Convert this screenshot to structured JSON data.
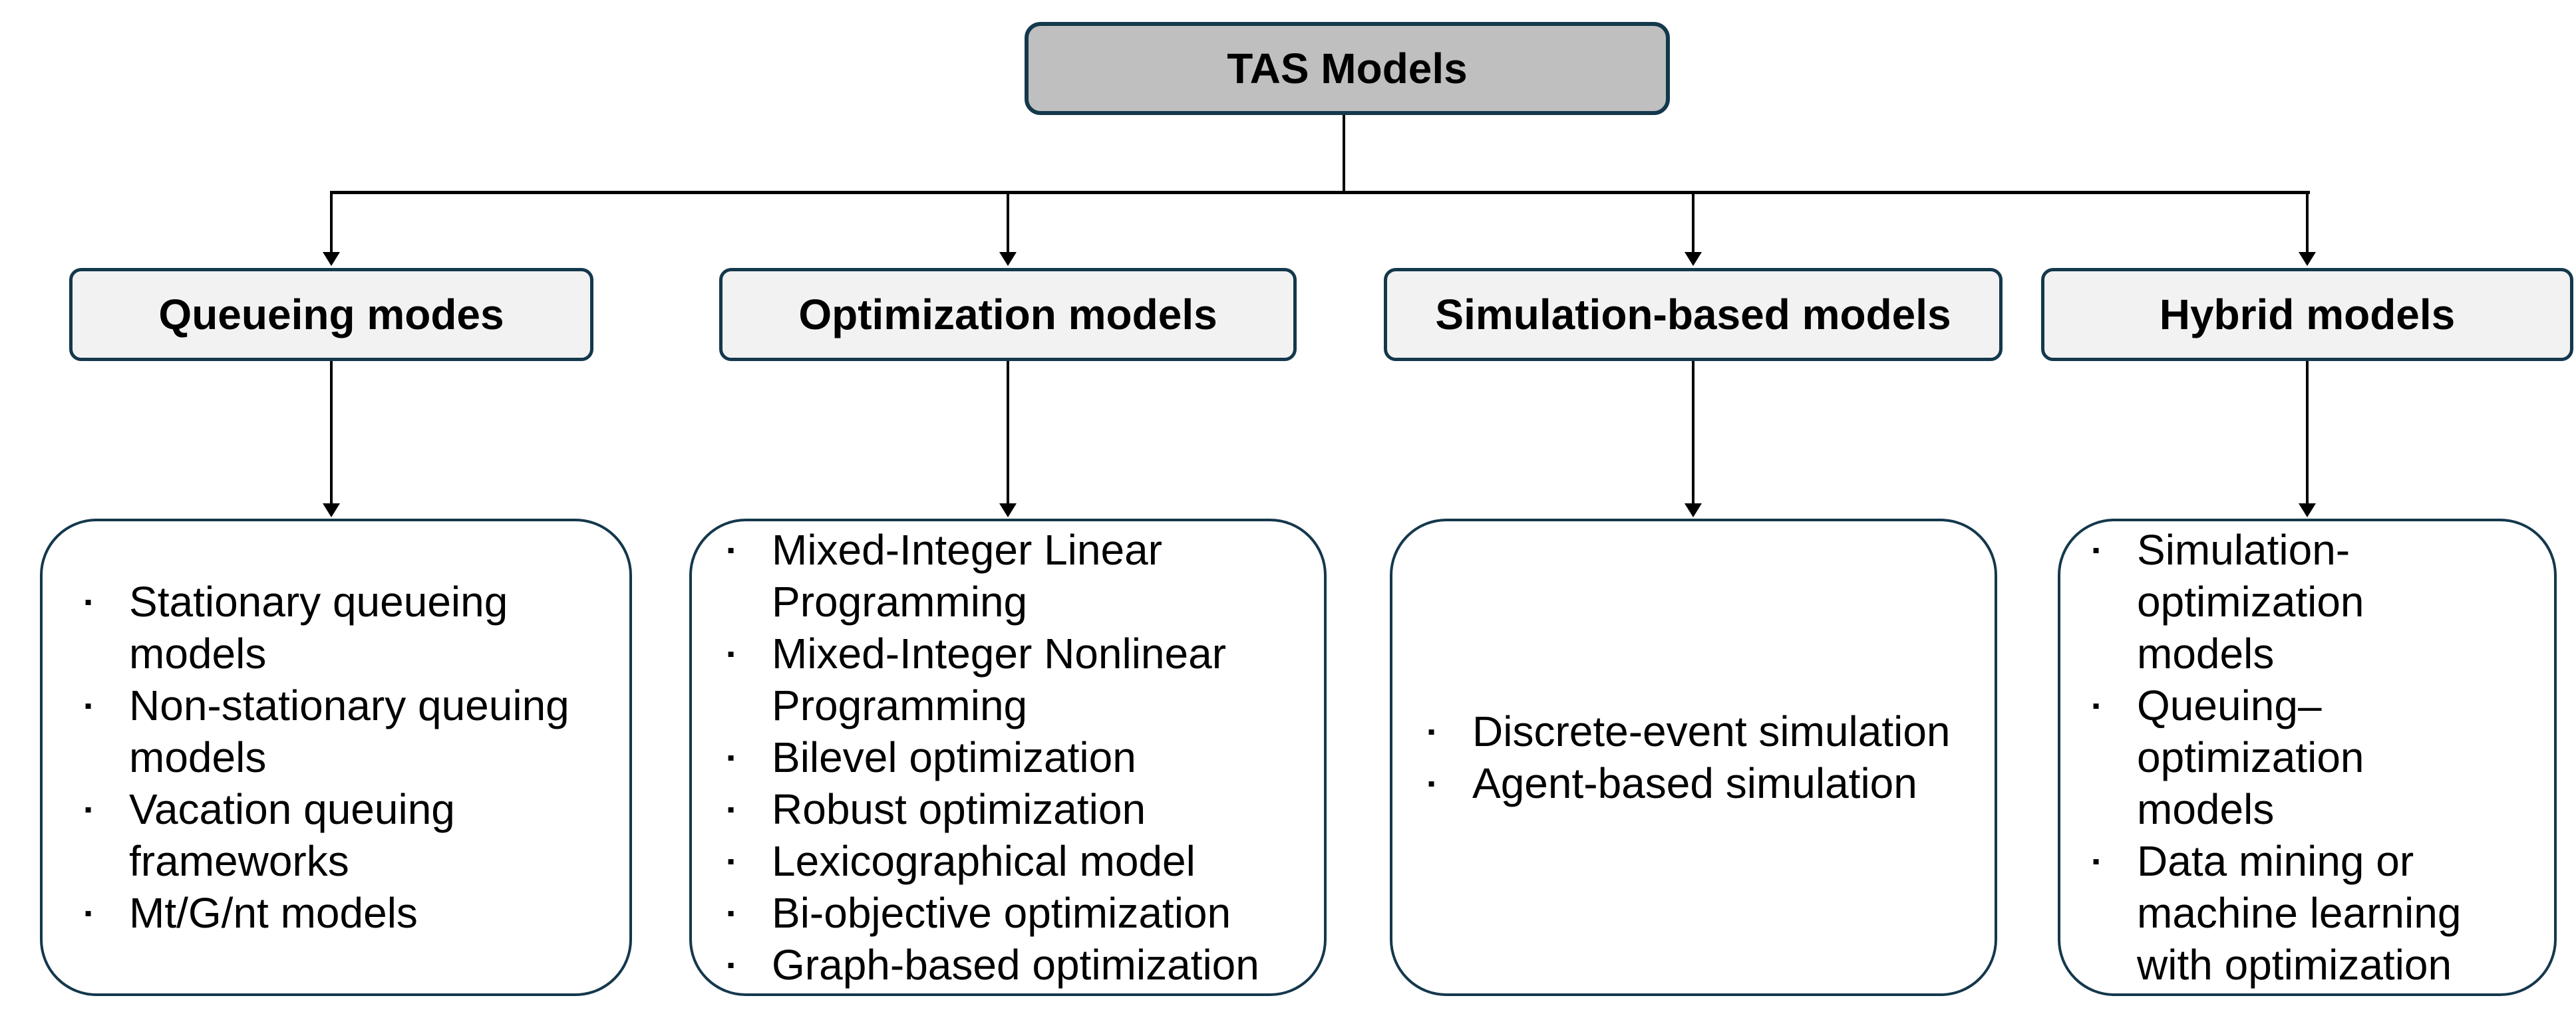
{
  "root": {
    "label": "TAS Models"
  },
  "branches": [
    {
      "label": "Queueing modes",
      "items": [
        "Stationary queueing models",
        "Non-stationary queuing models",
        "Vacation queuing frameworks",
        "Mt/G/nt models"
      ]
    },
    {
      "label": "Optimization models",
      "items": [
        "Mixed-Integer Linear Programming",
        "Mixed-Integer Nonlinear Programming",
        "Bilevel optimization",
        "Robust optimization",
        "Lexicographical model",
        "Bi-objective optimization",
        "Graph-based optimization"
      ]
    },
    {
      "label": "Simulation-based models",
      "items": [
        "Discrete-event simulation",
        "Agent-based simulation"
      ]
    },
    {
      "label": "Hybrid models",
      "items": [
        "Simulation-optimization models",
        "Queuing–optimization models",
        "Data mining or machine learning with optimization"
      ]
    }
  ],
  "glyphs": {
    "bullet": "▪"
  },
  "colors": {
    "node_border": "#14384c",
    "root_fill": "#bfbfbf",
    "branch_fill": "#f2f2f2",
    "leaf_fill": "#ffffff",
    "connector": "#000000",
    "text": "#000000"
  }
}
